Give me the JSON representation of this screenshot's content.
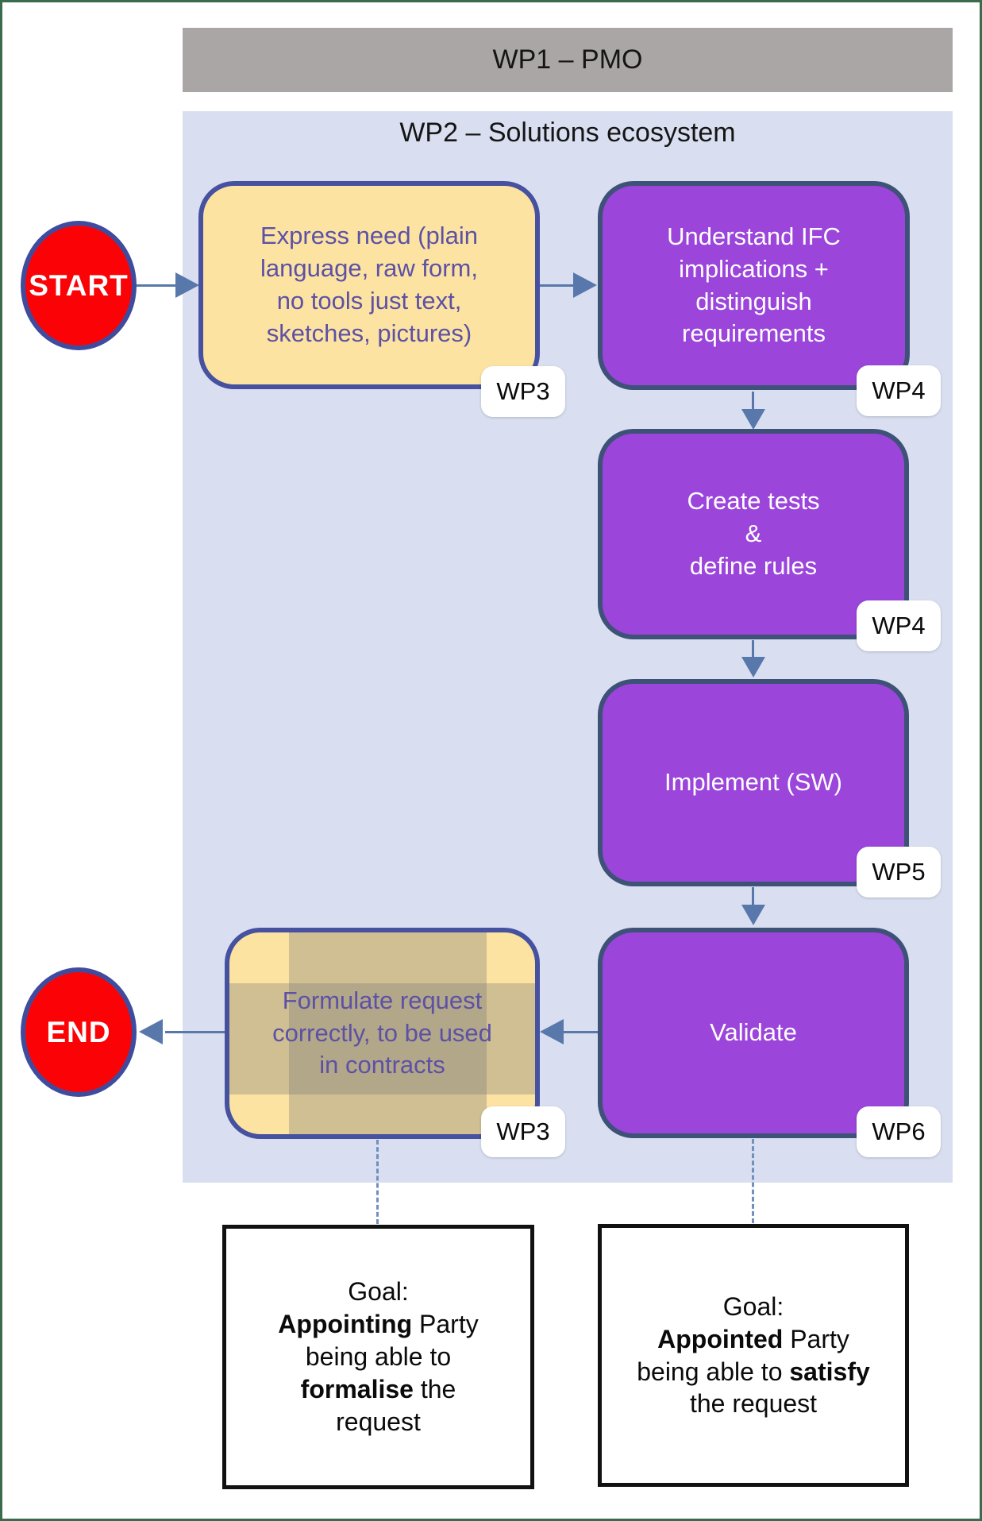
{
  "header": {
    "wp1_label": "WP1 – PMO"
  },
  "panel": {
    "wp2_label": "WP2 – Solutions ecosystem"
  },
  "terminators": {
    "start_label": "START",
    "end_label": "END"
  },
  "nodes": {
    "express_need": {
      "text": "Express need (plain\nlanguage, raw form,\nno tools just text,\nsketches, pictures)",
      "badge": "WP3"
    },
    "understand": {
      "text": "Understand IFC\nimplications +\ndistinguish\nrequirements",
      "badge": "WP4"
    },
    "create_tests": {
      "text": "Create tests\n&\ndefine rules",
      "badge": "WP4"
    },
    "implement": {
      "text": "Implement (SW)",
      "badge": "WP5"
    },
    "validate": {
      "text": "Validate",
      "badge": "WP6"
    },
    "formulate": {
      "text": "Formulate request\ncorrectly, to be used\nin contracts",
      "badge": "WP3"
    }
  },
  "goals": {
    "appointing": {
      "line1": "Goal:",
      "line2_bold": "Appointing",
      "line2_rest": " Party",
      "line3": "being able to",
      "line4_bold": "formalise",
      "line4_rest": " the",
      "line5": "request"
    },
    "appointed": {
      "line1": "Goal:",
      "line2_bold": "Appointed",
      "line2_rest": " Party",
      "line3_rest": "being able to ",
      "line3_bold": "satisfy",
      "line4": "the request"
    }
  },
  "colors": {
    "frame_green": "#3A6B4D",
    "header_gray": "#ABA6A6",
    "panel_lavender": "#D9DFF0",
    "note_yellow": "#FCE3A2",
    "process_purple": "#9B45DB",
    "border_slate": "#3E5278",
    "border_indigo": "#4651A0",
    "terminator_red": "#FB0306",
    "terminator_border": "#3F4C9E",
    "arrow_blue": "#5878AB",
    "note_text_purple": "#5C51A5"
  }
}
